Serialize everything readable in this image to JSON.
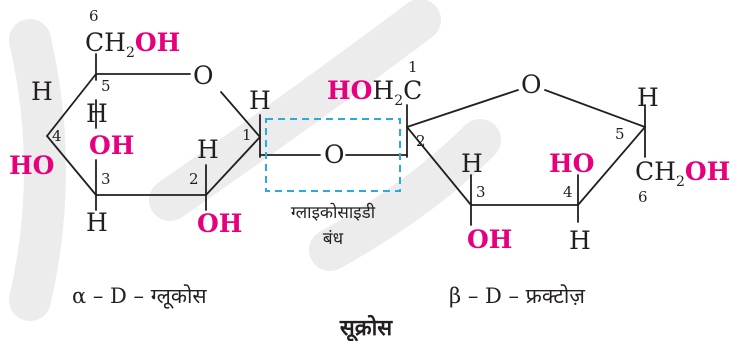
{
  "atoms": {
    "H": "H",
    "O": "O",
    "C": "C",
    "HO": "HO",
    "OH": "OH",
    "CH": "CH",
    "two": "2"
  },
  "glucose": {
    "ring_numbers": [
      "1",
      "2",
      "3",
      "4",
      "5",
      "6"
    ]
  },
  "fructose": {
    "ring_numbers": [
      "1",
      "2",
      "3",
      "4",
      "5",
      "6"
    ]
  },
  "linkage": {
    "label_line1": "ग्लाइकोसाइडी",
    "label_line2": "बंध"
  },
  "captions": {
    "glucose": "α – D – ग्लूकोस",
    "fructose": "β – D – फ्रक्टोज़",
    "title": "सूक्रोस"
  },
  "colors": {
    "accent_group": "#e6007e",
    "linkage_box": "#29abe2",
    "ink": "#231f20"
  }
}
